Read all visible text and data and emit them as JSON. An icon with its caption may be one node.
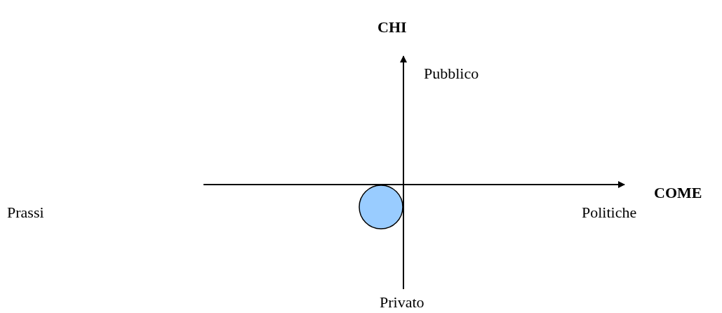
{
  "diagram": {
    "nodes": [
      {
        "text": [],
        "shape": "circle"
      }
    ],
    "labels": [
      "CHI",
      "Pubblico",
      "COME",
      "Prassi",
      "Politiche",
      "Privato"
    ]
  }
}
